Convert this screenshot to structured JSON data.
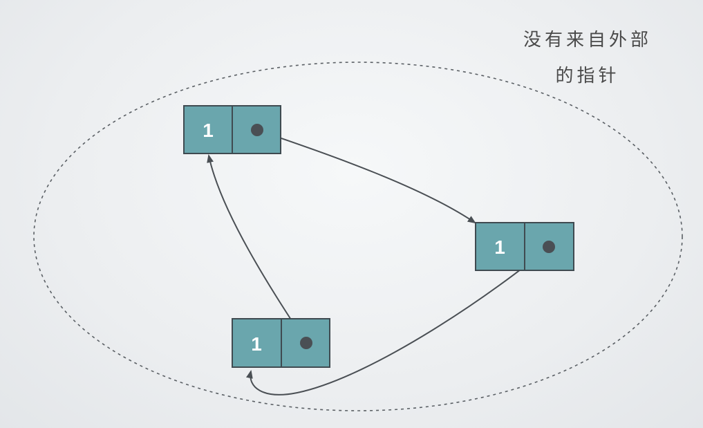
{
  "annotation": {
    "line1": "没有来自外部",
    "line2": "的指针"
  },
  "nodes": [
    {
      "id": "node-a",
      "count": "1"
    },
    {
      "id": "node-b",
      "count": "1"
    },
    {
      "id": "node-c",
      "count": "1"
    }
  ],
  "colors": {
    "node_fill": "#6aa6ad",
    "node_stroke": "#3f4a50",
    "pointer": "#4a4f54",
    "boundary": "#5a5f64"
  }
}
